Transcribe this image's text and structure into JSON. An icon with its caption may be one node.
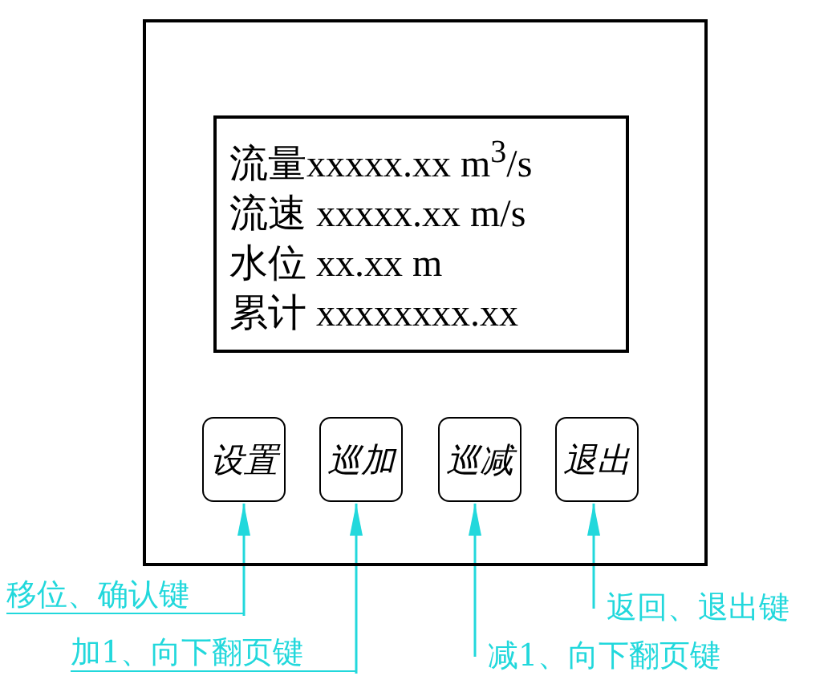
{
  "diagram": {
    "nodes": [
      {
        "text": [],
        "shape": "box"
      },
      {
        "text": [
          "流量xxxxx.xx m$^{3}$/s",
          "流速 xxxxx.xx m/s",
          "水位 xx.xx m",
          "累计 xxxxxxxx.xx"
        ],
        "in": 0
      },
      {
        "text": [
          "设置"
        ],
        "in": 0
      },
      {
        "text": [
          "巡加"
        ],
        "in": 0
      },
      {
        "text": [
          "巡减"
        ],
        "in": 0
      },
      {
        "text": [
          "退出"
        ],
        "in": 0
      },
      {
        "text": [
          "移位、确认键"
        ]
      },
      {
        "text": [
          "加1、向下翻页键"
        ]
      },
      {
        "text": [
          "减1、向下翻页键"
        ]
      },
      {
        "text": [
          "返回、退出键"
        ]
      }
    ],
    "edges": [
      {
        "from": 6,
        "to": 2,
        "arrow": "to"
      },
      {
        "from": 7,
        "to": 3,
        "arrow": "to"
      },
      {
        "from": 8,
        "to": 4,
        "arrow": "to"
      },
      {
        "from": 9,
        "to": 5,
        "arrow": "to"
      }
    ]
  }
}
